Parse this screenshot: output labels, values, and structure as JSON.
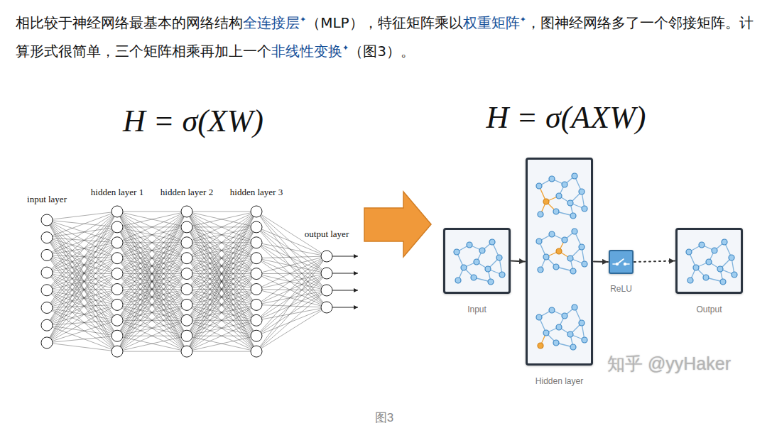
{
  "diagram": {
    "caption": "图3",
    "nodes": [
      {
        "text": [
          "Input"
        ]
      },
      {
        "text": [
          "Hidden layer"
        ]
      },
      {
        "text": [
          "ReLU"
        ]
      },
      {
        "text": [
          "Output"
        ]
      }
    ],
    "edges": [
      {
        "from": 0,
        "to": 1,
        "arrow": "to"
      },
      {
        "from": 1,
        "to": 2,
        "arrow": "to"
      },
      {
        "from": 2,
        "to": 3,
        "arrow": "to"
      }
    ],
    "labels": [
      "相比较于神经网络最基本的网络结构",
      "全连接层",
      "✦",
      "（MLP），特征矩阵乘以",
      "权重矩阵",
      "✦",
      "，图神经网络多了一个邻接矩阵。计算形式很简单，三个矩阵相乘再加上一个",
      "非线性变换",
      "✦",
      "（图3）。",
      "H = σ(XW)",
      "H = σ(AXW)",
      "input layer",
      "hidden layer 1",
      "hidden layer 2",
      "hidden layer 3",
      "output layer",
      "···",
      "知乎 @yyHaker"
    ]
  }
}
